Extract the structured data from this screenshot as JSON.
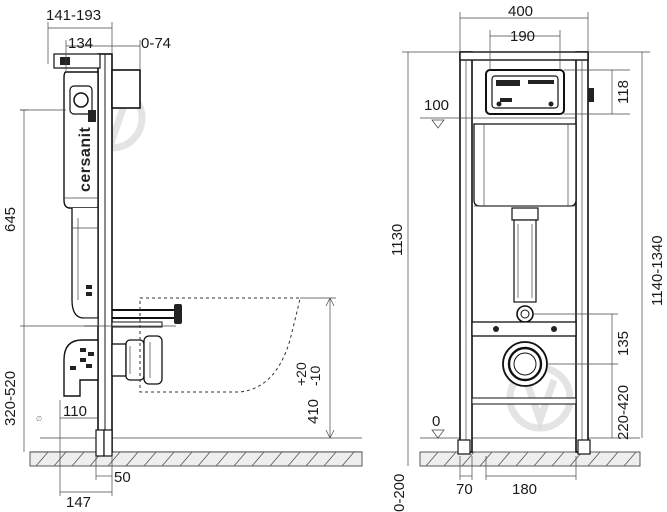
{
  "brand": "cersanit",
  "side_view": {
    "dims": {
      "top_depth": "141-193",
      "frame_depth": "134",
      "button_offset": "0-74",
      "cistern_height": "645",
      "drain_height": "320-520",
      "pipe_depth": "110",
      "foot_offset": "50",
      "foot_depth": "147",
      "bowl_height": "410",
      "bowl_tol_plus": "+20",
      "bowl_tol_minus": "-10"
    }
  },
  "front_view": {
    "dims": {
      "frame_width": "400",
      "button_width": "190",
      "button_height": "118",
      "button_level": "100",
      "total_height": "1130",
      "height_range": "1140-1340",
      "stud_gap": "135",
      "drain_range": "220-420",
      "floor_level": "0",
      "foot_range": "0-200",
      "foot_width": "70",
      "drain_spacing": "180"
    }
  }
}
